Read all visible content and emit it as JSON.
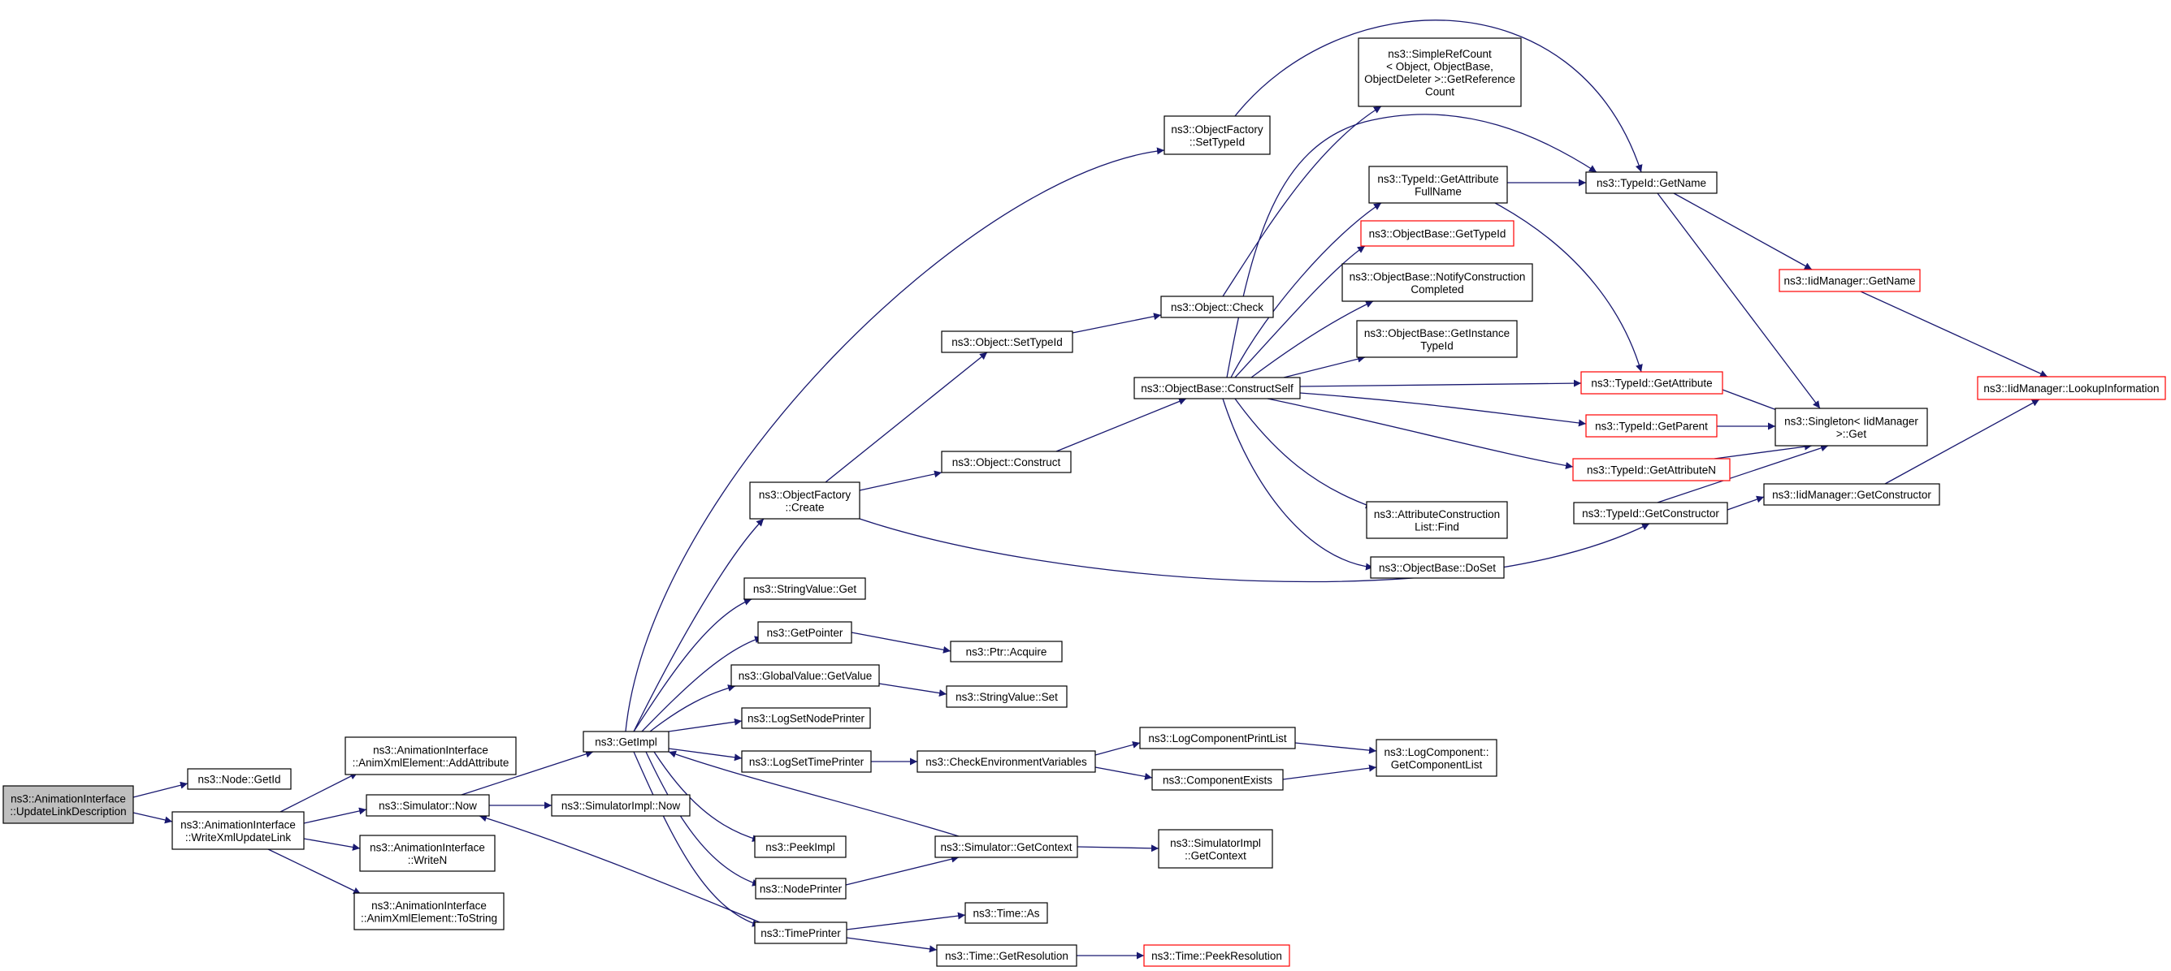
{
  "colors": {
    "edge": "#191970",
    "node_border": "#000000",
    "node_border_truncated": "#ff0000",
    "root_fill": "#bfbfbf",
    "node_fill": "#ffffff"
  },
  "nodes": [
    {
      "id": "root",
      "lines": [
        "ns3::AnimationInterface",
        "::UpdateLinkDescription"
      ],
      "root": true
    },
    {
      "id": "getid",
      "lines": [
        "ns3::Node::GetId"
      ]
    },
    {
      "id": "writexml",
      "lines": [
        "ns3::AnimationInterface",
        "::WriteXmlUpdateLink"
      ]
    },
    {
      "id": "addattr",
      "lines": [
        "ns3::AnimationInterface",
        "::AnimXmlElement::AddAttribute"
      ]
    },
    {
      "id": "simnow",
      "lines": [
        "ns3::Simulator::Now"
      ]
    },
    {
      "id": "writen",
      "lines": [
        "ns3::AnimationInterface",
        "::WriteN"
      ]
    },
    {
      "id": "tostring",
      "lines": [
        "ns3::AnimationInterface",
        "::AnimXmlElement::ToString"
      ]
    },
    {
      "id": "simimplnow",
      "lines": [
        "ns3::SimulatorImpl::Now"
      ]
    },
    {
      "id": "getimpl",
      "lines": [
        "ns3::GetImpl"
      ]
    },
    {
      "id": "ofcreate",
      "lines": [
        "ns3::ObjectFactory",
        "::Create"
      ]
    },
    {
      "id": "svget",
      "lines": [
        "ns3::StringValue::Get"
      ]
    },
    {
      "id": "getpointer",
      "lines": [
        "ns3::GetPointer"
      ]
    },
    {
      "id": "gvgetvalue",
      "lines": [
        "ns3::GlobalValue::GetValue"
      ]
    },
    {
      "id": "logsetnode",
      "lines": [
        "ns3::LogSetNodePrinter"
      ]
    },
    {
      "id": "logsettime",
      "lines": [
        "ns3::LogSetTimePrinter"
      ]
    },
    {
      "id": "peekimpl",
      "lines": [
        "ns3::PeekImpl"
      ]
    },
    {
      "id": "nodeprinter",
      "lines": [
        "ns3::NodePrinter"
      ]
    },
    {
      "id": "timeprinter",
      "lines": [
        "ns3::TimePrinter"
      ]
    },
    {
      "id": "ofsettypeid",
      "lines": [
        "ns3::ObjectFactory",
        "::SetTypeId"
      ]
    },
    {
      "id": "objsettypeid",
      "lines": [
        "ns3::Object::SetTypeId"
      ]
    },
    {
      "id": "objconstruct",
      "lines": [
        "ns3::Object::Construct"
      ]
    },
    {
      "id": "ptracquire",
      "lines": [
        "ns3::Ptr::Acquire"
      ]
    },
    {
      "id": "svset",
      "lines": [
        "ns3::StringValue::Set"
      ]
    },
    {
      "id": "checkenv",
      "lines": [
        "ns3::CheckEnvironmentVariables"
      ]
    },
    {
      "id": "simgetctx",
      "lines": [
        "ns3::Simulator::GetContext"
      ]
    },
    {
      "id": "timeas",
      "lines": [
        "ns3::Time::As"
      ]
    },
    {
      "id": "timegetres",
      "lines": [
        "ns3::Time::GetResolution"
      ]
    },
    {
      "id": "objcheck",
      "lines": [
        "ns3::Object::Check"
      ]
    },
    {
      "id": "constructself",
      "lines": [
        "ns3::ObjectBase::ConstructSelf"
      ]
    },
    {
      "id": "logcompprint",
      "lines": [
        "ns3::LogComponentPrintList"
      ]
    },
    {
      "id": "compexists",
      "lines": [
        "ns3::ComponentExists"
      ]
    },
    {
      "id": "simimplgetctx",
      "lines": [
        "ns3::SimulatorImpl",
        "::GetContext"
      ]
    },
    {
      "id": "timepeekres",
      "lines": [
        "ns3::Time::PeekResolution"
      ],
      "truncated": true
    },
    {
      "id": "simplerefcount",
      "lines": [
        "ns3::SimpleRefCount",
        "< Object, ObjectBase,",
        "ObjectDeleter >::GetReference",
        "Count"
      ]
    },
    {
      "id": "tidgetattrfull",
      "lines": [
        "ns3::TypeId::GetAttribute",
        "FullName"
      ]
    },
    {
      "id": "obgettypeid",
      "lines": [
        "ns3::ObjectBase::GetTypeId"
      ],
      "truncated": true
    },
    {
      "id": "obnotify",
      "lines": [
        "ns3::ObjectBase::NotifyConstruction",
        "Completed"
      ]
    },
    {
      "id": "obgetinstance",
      "lines": [
        "ns3::ObjectBase::GetInstance",
        "TypeId"
      ]
    },
    {
      "id": "attrconstrfind",
      "lines": [
        "ns3::AttributeConstruction",
        "List::Find"
      ]
    },
    {
      "id": "obdoset",
      "lines": [
        "ns3::ObjectBase::DoSet"
      ]
    },
    {
      "id": "logcompgetlist",
      "lines": [
        "ns3::LogComponent::",
        "GetComponentList"
      ]
    },
    {
      "id": "tidgetname",
      "lines": [
        "ns3::TypeId::GetName"
      ]
    },
    {
      "id": "tidgetattr",
      "lines": [
        "ns3::TypeId::GetAttribute"
      ],
      "truncated": true
    },
    {
      "id": "tidgetparent",
      "lines": [
        "ns3::TypeId::GetParent"
      ],
      "truncated": true
    },
    {
      "id": "tidgetattrn",
      "lines": [
        "ns3::TypeId::GetAttributeN"
      ],
      "truncated": true
    },
    {
      "id": "tidgetconstructor",
      "lines": [
        "ns3::TypeId::GetConstructor"
      ]
    },
    {
      "id": "iidgetname",
      "lines": [
        "ns3::IidManager::GetName"
      ],
      "truncated": true
    },
    {
      "id": "singletonget",
      "lines": [
        "ns3::Singleton< IidManager",
        ">::Get"
      ]
    },
    {
      "id": "iidgetconstructor",
      "lines": [
        "ns3::IidManager::GetConstructor"
      ]
    },
    {
      "id": "iidlookup",
      "lines": [
        "ns3::IidManager::LookupInformation"
      ],
      "truncated": true
    }
  ]
}
